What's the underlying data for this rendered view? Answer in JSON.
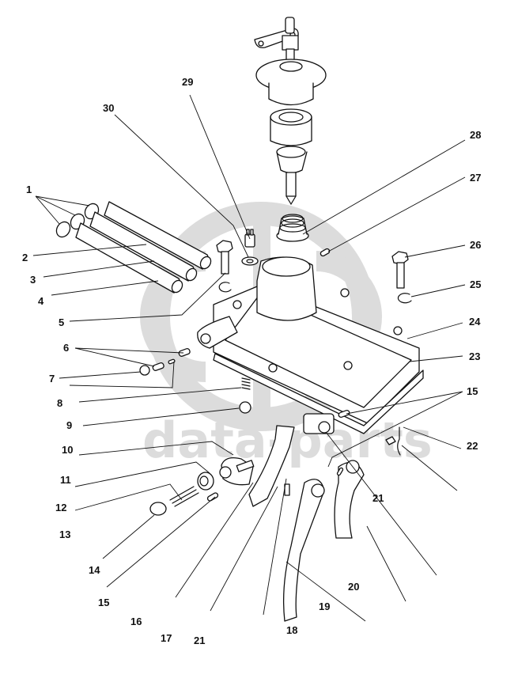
{
  "diagram": {
    "title": "Gear shift housing exploded view",
    "watermark": "data-parts",
    "callouts": [
      {
        "id": "1",
        "label": "1"
      },
      {
        "id": "2",
        "label": "2"
      },
      {
        "id": "3",
        "label": "3"
      },
      {
        "id": "4",
        "label": "4"
      },
      {
        "id": "5",
        "label": "5"
      },
      {
        "id": "6",
        "label": "6"
      },
      {
        "id": "7",
        "label": "7"
      },
      {
        "id": "8",
        "label": "8"
      },
      {
        "id": "9",
        "label": "9"
      },
      {
        "id": "10",
        "label": "10"
      },
      {
        "id": "11",
        "label": "11"
      },
      {
        "id": "12",
        "label": "12"
      },
      {
        "id": "13",
        "label": "13"
      },
      {
        "id": "14",
        "label": "14"
      },
      {
        "id": "15a",
        "label": "15"
      },
      {
        "id": "16",
        "label": "16"
      },
      {
        "id": "17",
        "label": "17"
      },
      {
        "id": "21a",
        "label": "21"
      },
      {
        "id": "18",
        "label": "18"
      },
      {
        "id": "19",
        "label": "19"
      },
      {
        "id": "20",
        "label": "20"
      },
      {
        "id": "21b",
        "label": "21"
      },
      {
        "id": "22",
        "label": "22"
      },
      {
        "id": "15b",
        "label": "15"
      },
      {
        "id": "23",
        "label": "23"
      },
      {
        "id": "24",
        "label": "24"
      },
      {
        "id": "25",
        "label": "25"
      },
      {
        "id": "26",
        "label": "26"
      },
      {
        "id": "27",
        "label": "27"
      },
      {
        "id": "28",
        "label": "28"
      },
      {
        "id": "29",
        "label": "29"
      },
      {
        "id": "30",
        "label": "30"
      }
    ]
  }
}
